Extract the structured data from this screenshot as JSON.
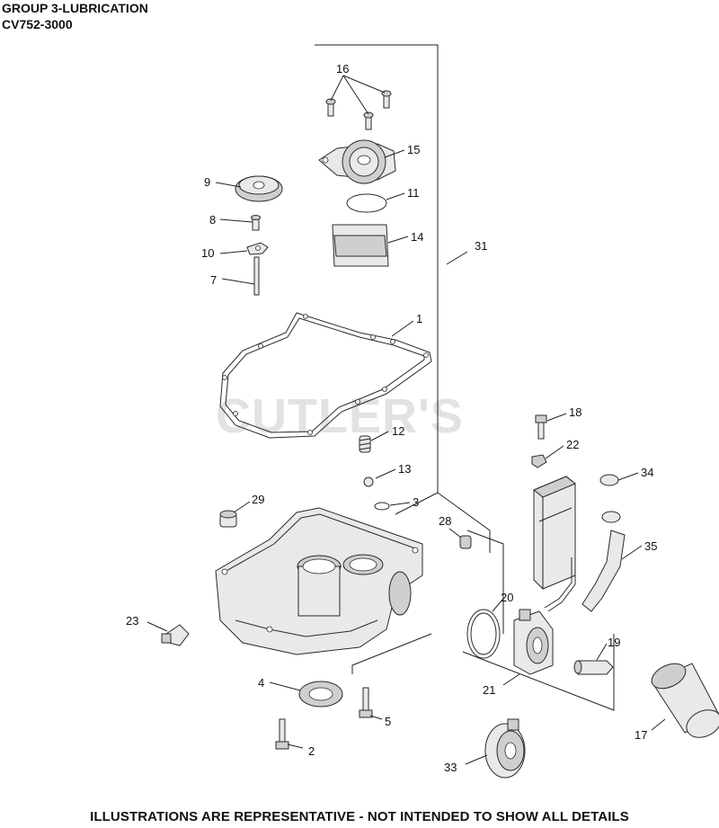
{
  "header": {
    "group": "GROUP 3-LUBRICATION",
    "model": "CV752-3000"
  },
  "watermark": "CUTLER'S",
  "footer": "ILLUSTRATIONS ARE REPRESENTATIVE - NOT INTENDED TO SHOW ALL DETAILS",
  "callouts": {
    "c1": "1",
    "c2": "2",
    "c3": "3",
    "c4": "4",
    "c5": "5",
    "c7": "7",
    "c8": "8",
    "c9": "9",
    "c10": "10",
    "c11": "11",
    "c12": "12",
    "c13": "13",
    "c14": "14",
    "c15": "15",
    "c16": "16",
    "c17": "17",
    "c18": "18",
    "c19": "19",
    "c20": "20",
    "c21": "21",
    "c22": "22",
    "c23": "23",
    "c28": "28",
    "c29": "29",
    "c31": "31",
    "c33": "33",
    "c34": "34",
    "c35": "35"
  }
}
